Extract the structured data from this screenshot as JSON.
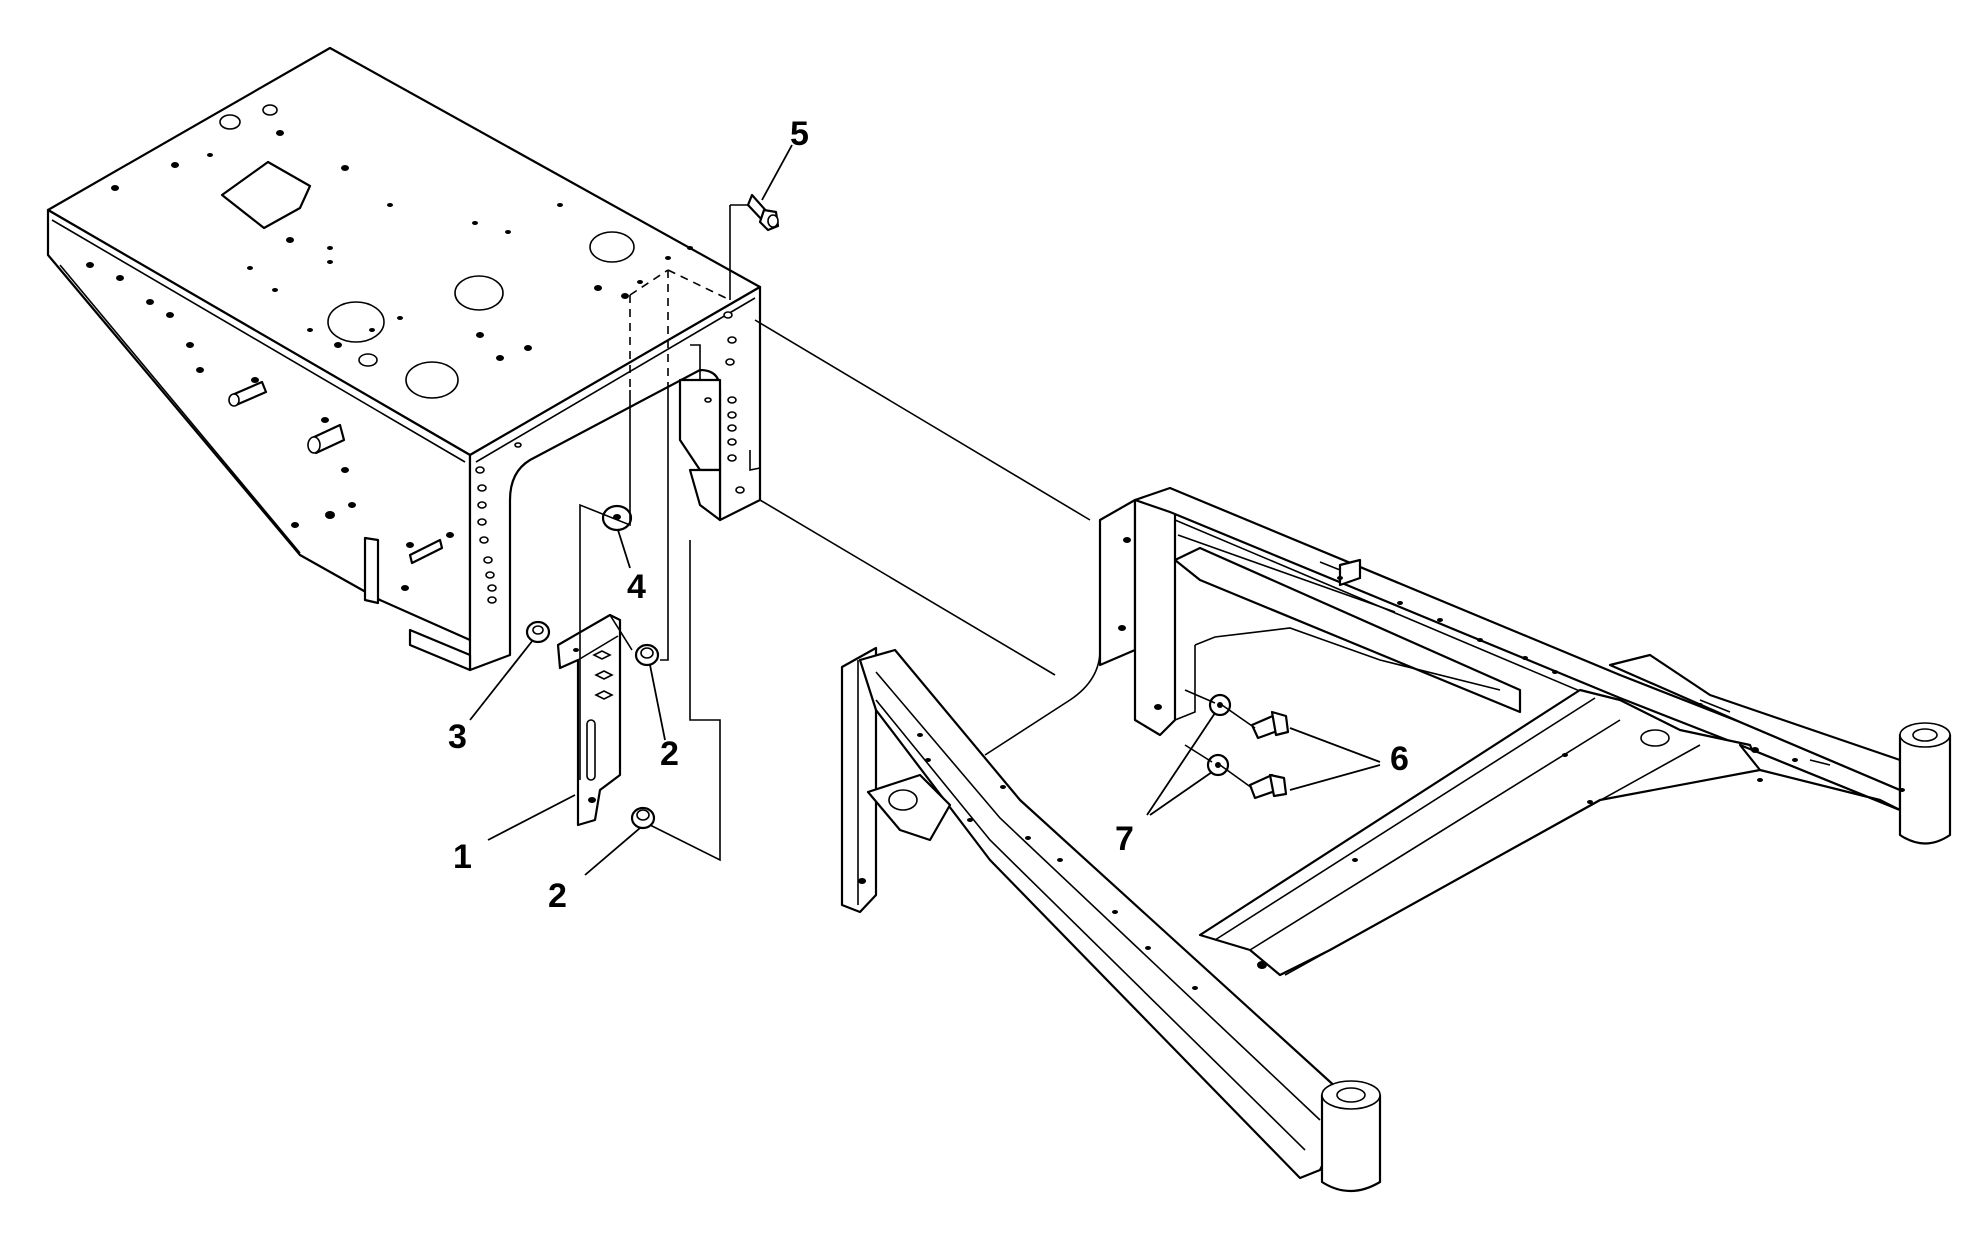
{
  "diagram": {
    "callouts": [
      {
        "id": "1",
        "label": "1"
      },
      {
        "id": "2a",
        "label": "2"
      },
      {
        "id": "2b",
        "label": "2"
      },
      {
        "id": "3",
        "label": "3"
      },
      {
        "id": "4",
        "label": "4"
      },
      {
        "id": "5",
        "label": "5"
      },
      {
        "id": "6",
        "label": "6"
      },
      {
        "id": "7",
        "label": "7"
      }
    ],
    "colors": {
      "line": "#000000",
      "background": "#ffffff"
    }
  }
}
